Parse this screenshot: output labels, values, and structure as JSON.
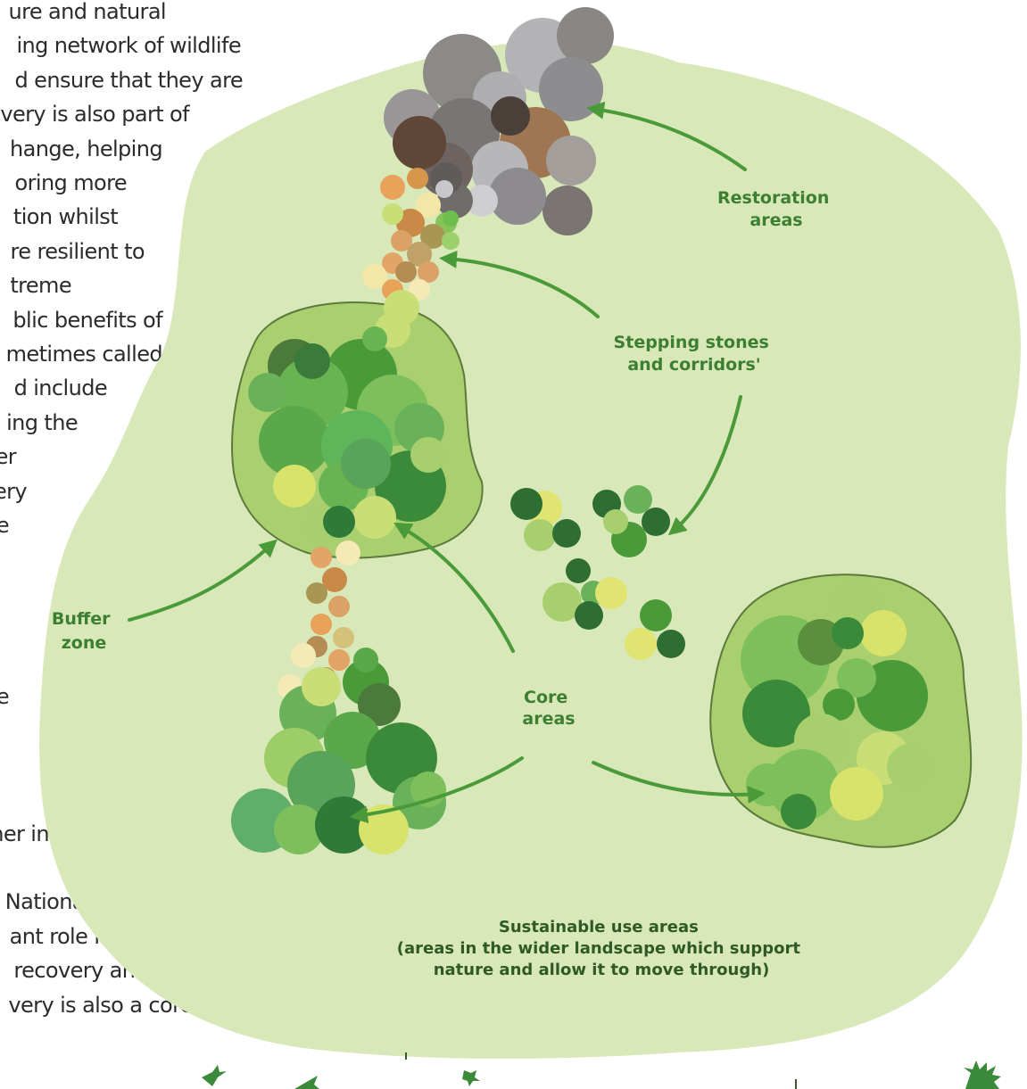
{
  "body_text_lines": [
    "ure and natural",
    "ing network of wildlife",
    "d ensure that they are",
    "very is also part of",
    "hange, helping",
    "oring more",
    "tion whilst",
    "re resilient to",
    "treme",
    "blic benefits of",
    "metimes called",
    "d include",
    "ing the",
    "er",
    "ery",
    "e",
    "",
    "",
    "",
    "",
    "e",
    "",
    "",
    "",
    "ner in",
    "",
    "National",
    "ant role in",
    "recovery and",
    "very is also a core"
  ],
  "labels": {
    "restoration": [
      "Restoration",
      "areas"
    ],
    "stepping": [
      "Stepping stones",
      "and corridors'"
    ],
    "buffer": [
      "Buffer",
      "zone"
    ],
    "core": [
      "Core",
      "areas"
    ],
    "sustainable": [
      "Sustainable use areas",
      "(areas in the wider landscape which support",
      "nature and allow it to move through)"
    ]
  },
  "colors": {
    "landscape": "#d9e8b8",
    "buffer": "#a9cf6e",
    "arrow": "#4a9a3a",
    "label": "#3d7f32"
  },
  "icons": [
    "bird-icon",
    "butterfly-icon",
    "plant-icon"
  ]
}
